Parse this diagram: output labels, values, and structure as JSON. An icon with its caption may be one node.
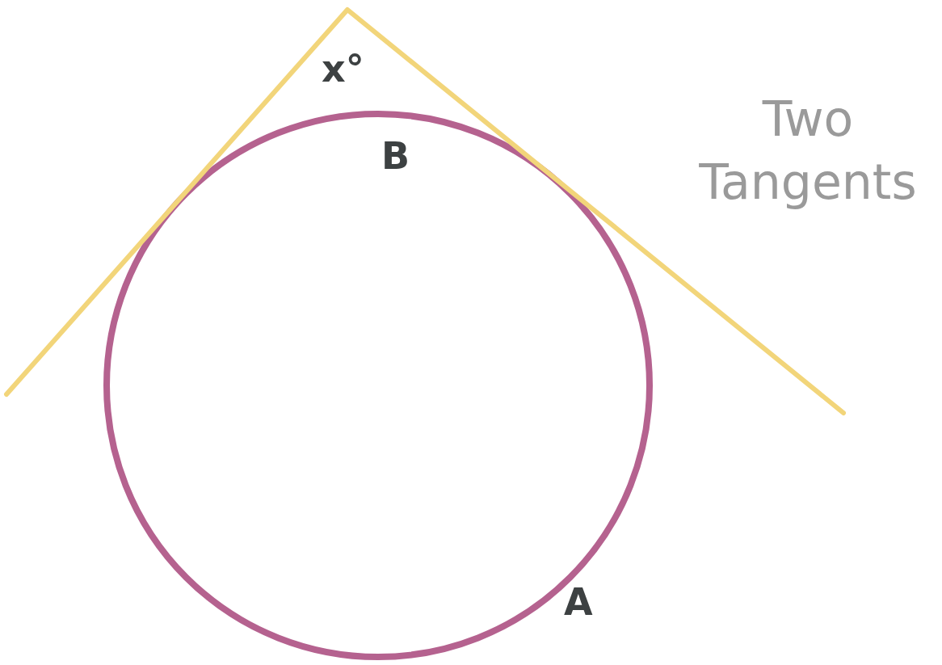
{
  "diagram": {
    "title": "Two Tangents",
    "labels": [
      "x°",
      "B",
      "A"
    ]
  }
}
